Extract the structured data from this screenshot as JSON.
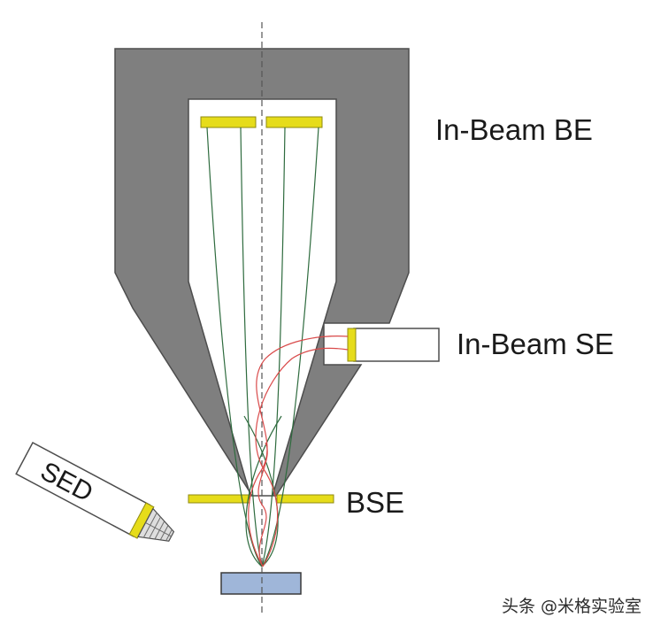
{
  "labels": {
    "inbeam_be": "In-Beam BE",
    "inbeam_se": "In-Beam SE",
    "bse": "BSE",
    "sed": "SED"
  },
  "watermark": "头条 @米格实验室",
  "colors": {
    "housing": "#7f7f7f",
    "housing_edge": "#4d4d4d",
    "detector": "#e6dc1a",
    "sample": "#9fb6d9",
    "se_trajectory": "#d94a4a",
    "be_trajectory": "#2e6b3e",
    "optical_axis": "#555555"
  }
}
